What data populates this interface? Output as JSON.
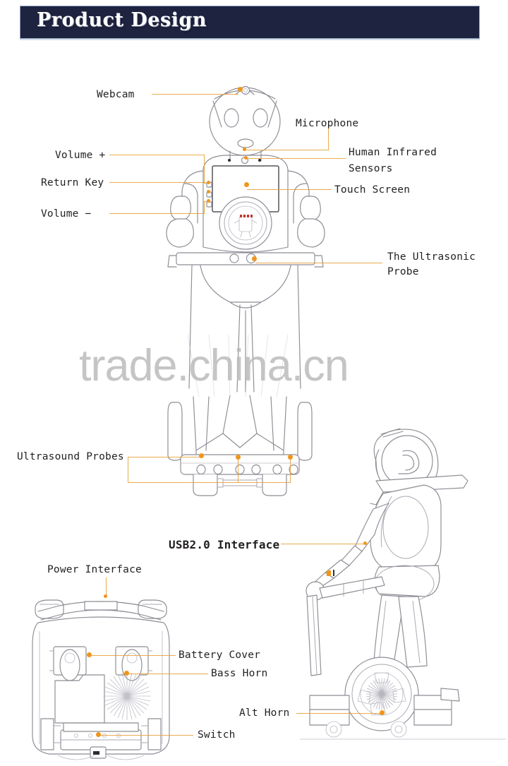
{
  "header": {
    "title": "Product Design",
    "bar_color": "#1e2340",
    "title_color": "#ffffff"
  },
  "watermark": {
    "text": "trade.china.cn",
    "color": "#b9b9b9"
  },
  "theme": {
    "leader_color": "#e8a23c",
    "callout_dot_color": "#f0951a",
    "line_color": "#8c8c94",
    "background": "#ffffff"
  },
  "diagrams": [
    {
      "id": "front-view",
      "name": "robot-front-view"
    },
    {
      "id": "bottom-front-base",
      "name": "robot-base-front-view"
    },
    {
      "id": "side-view",
      "name": "robot-side-view"
    },
    {
      "id": "rear-base",
      "name": "robot-base-rear-view"
    }
  ],
  "callouts": [
    {
      "id": "webcam",
      "label": "Webcam",
      "view": "front-view"
    },
    {
      "id": "volume-plus",
      "label": "Volume +",
      "view": "front-view"
    },
    {
      "id": "return-key",
      "label": "Return Key",
      "view": "front-view"
    },
    {
      "id": "volume-minus",
      "label": "Volume −",
      "view": "front-view"
    },
    {
      "id": "microphone",
      "label": "Microphone",
      "view": "front-view"
    },
    {
      "id": "human-infrared",
      "label": "Human Infrared",
      "label_line2": "Sensors",
      "view": "front-view"
    },
    {
      "id": "touch-screen",
      "label": "Touch Screen",
      "view": "front-view"
    },
    {
      "id": "ultrasonic-probe",
      "label": "The Ultrasonic",
      "label_line2": "Probe",
      "view": "front-view"
    },
    {
      "id": "ultrasound-probes",
      "label": "Ultrasound Probes",
      "view": "bottom-front-base"
    },
    {
      "id": "usb-interface",
      "label": "USB2.0 Interface",
      "view": "side-view"
    },
    {
      "id": "power-interface",
      "label": "Power Interface",
      "view": "rear-base"
    },
    {
      "id": "battery-cover",
      "label": "Battery Cover",
      "view": "rear-base"
    },
    {
      "id": "bass-horn",
      "label": "Bass Horn",
      "view": "rear-base"
    },
    {
      "id": "switch",
      "label": "Switch",
      "view": "rear-base"
    },
    {
      "id": "alt-horn",
      "label": "Alt Horn",
      "view": "side-view"
    }
  ]
}
